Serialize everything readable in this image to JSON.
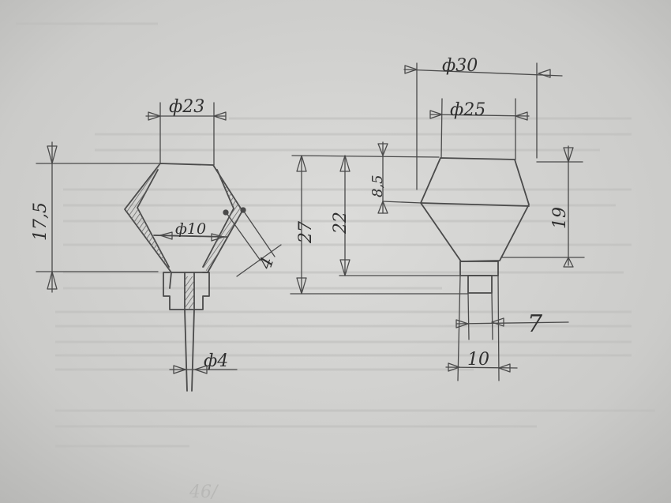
{
  "paper": {
    "background": "#cfcfcd",
    "pencil_color": "#4a4a4a"
  },
  "left_view": {
    "dim_top_diameter": "ф23",
    "dim_height": "17,5",
    "dim_inner_diameter": "ф10",
    "dim_wall": "4",
    "dim_pin_diameter": "ф4"
  },
  "right_view": {
    "dim_outer_diameter": "ф30",
    "dim_inner_diameter": "ф25",
    "dim_height_outer": "27",
    "dim_height_inner": "22",
    "dim_cone_height": "8,5",
    "dim_side_height": "19",
    "dim_neck": "7",
    "dim_base": "10"
  },
  "margin_note": "46/"
}
